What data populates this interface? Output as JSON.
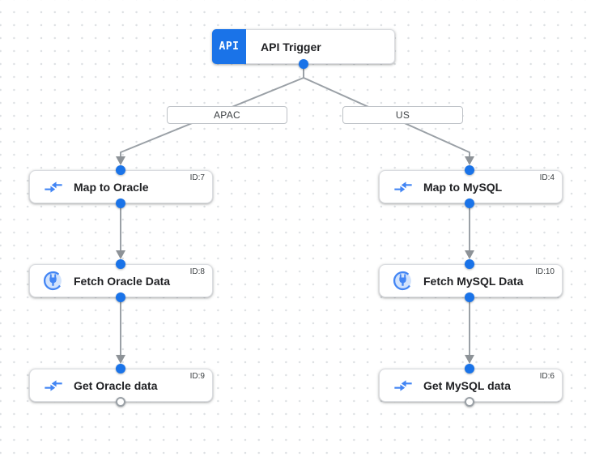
{
  "trigger": {
    "badge": "API",
    "label": "API Trigger"
  },
  "branches": [
    {
      "label": "APAC"
    },
    {
      "label": "US"
    }
  ],
  "columns": {
    "left": [
      {
        "id": "ID:7",
        "label": "Map to Oracle",
        "icon": "data-mapping-icon"
      },
      {
        "id": "ID:8",
        "label": "Fetch Oracle Data",
        "icon": "connector-icon"
      },
      {
        "id": "ID:9",
        "label": "Get Oracle data",
        "icon": "data-mapping-icon"
      }
    ],
    "right": [
      {
        "id": "ID:4",
        "label": "Map to MySQL",
        "icon": "data-mapping-icon"
      },
      {
        "id": "ID:10",
        "label": "Fetch MySQL Data",
        "icon": "connector-icon"
      },
      {
        "id": "ID:6",
        "label": "Get MySQL data",
        "icon": "data-mapping-icon"
      }
    ]
  },
  "icons": {
    "api-trigger-icon": "API text badge",
    "data-mapping-icon": "two blue arrows pointing toward each other",
    "connector-icon": "blue power plug inside light-blue circle"
  },
  "colors": {
    "accent_blue": "#1a73e8",
    "icon_blue": "#4285f4",
    "icon_circle_fill": "#d2e3fc",
    "edge_gray": "#9aa0a6",
    "arrow_gray": "#8d9297",
    "node_border": "#dadce0",
    "text_dark": "#202124"
  }
}
